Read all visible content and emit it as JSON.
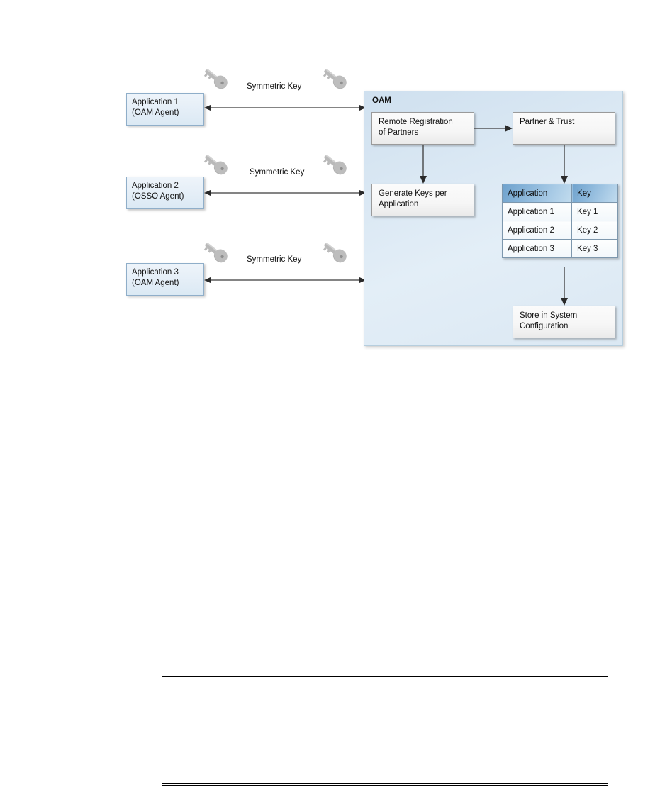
{
  "diagram": {
    "title_label": "OAM",
    "applications": [
      {
        "name": "Application 1",
        "agent": "(OAM Agent)",
        "link_label": "Symmetric Key"
      },
      {
        "name": "Application 2",
        "agent": "(OSSO Agent)",
        "link_label": "Symmetric Key"
      },
      {
        "name": "Application 3",
        "agent": "(OAM Agent)",
        "link_label": "Symmetric Key"
      }
    ],
    "process_boxes": {
      "remote_registration": {
        "line1": "Remote Registration",
        "line2": "of Partners"
      },
      "partner_trust": {
        "line1": "Partner & Trust",
        "line2": ""
      },
      "generate_keys": {
        "line1": "Generate Keys per",
        "line2": "Application"
      },
      "store_config": {
        "line1": "Store in System",
        "line2": "Configuration"
      }
    },
    "key_table": {
      "headers": [
        "Application",
        "Key"
      ],
      "rows": [
        [
          "Application 1",
          "Key 1"
        ],
        [
          "Application 2",
          "Key 2"
        ],
        [
          "Application 3",
          "Key 3"
        ]
      ]
    },
    "icons": {
      "key": "key-icon",
      "arrow_bidirectional": "double-arrow-icon",
      "arrow_down": "arrow-down-icon",
      "arrow_right": "arrow-right-icon"
    },
    "colors": {
      "container_bg": "#d9e7f3",
      "container_border": "#b6cede",
      "app_box_bg": "#e4eef7",
      "app_box_border": "#8faec9",
      "proc_box_bg": "#f6f6f6",
      "proc_box_border": "#9a9a9a",
      "table_header_bg": "#8ab6da",
      "table_border": "#7d97ad",
      "arrow_color": "#3b3b3b",
      "key_icon_color": "#a8a8a8",
      "rule_color": "#000000"
    }
  }
}
